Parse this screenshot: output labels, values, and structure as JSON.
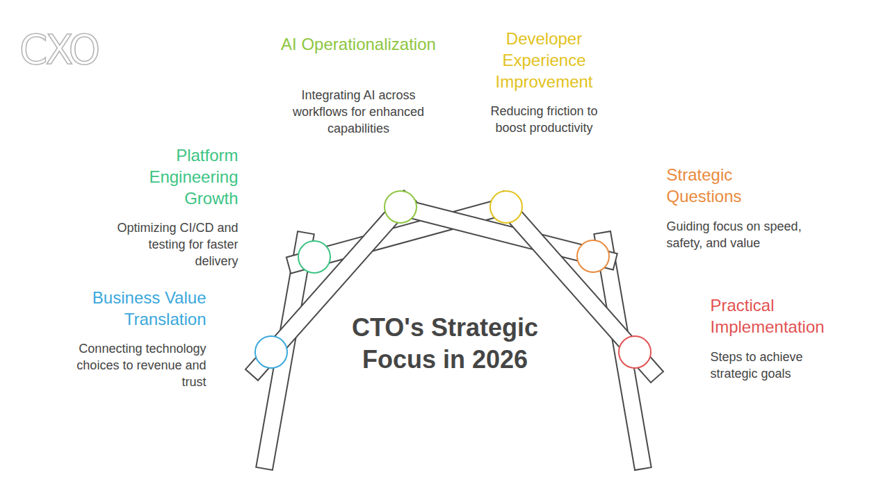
{
  "diagram": {
    "title": "CTO's Strategic Focus in 2026",
    "nodes": [
      {
        "text": [
          "Business Value Translation",
          "Connecting technology choices to revenue and trust"
        ]
      },
      {
        "text": [
          "Platform Engineering Growth",
          "Optimizing CI/CD and testing for faster delivery"
        ]
      },
      {
        "text": [
          "AI Operationalization",
          "Integrating AI across workflows for enhanced capabilities"
        ]
      },
      {
        "text": [
          "Developer Experience Improvement",
          "Reducing friction to boost productivity"
        ]
      },
      {
        "text": [
          "Strategic Questions",
          "Guiding focus on speed, safety, and value"
        ]
      },
      {
        "text": [
          "Practical Implementation",
          "Steps to achieve strategic goals"
        ]
      }
    ],
    "labels": [
      "CXO"
    ]
  }
}
